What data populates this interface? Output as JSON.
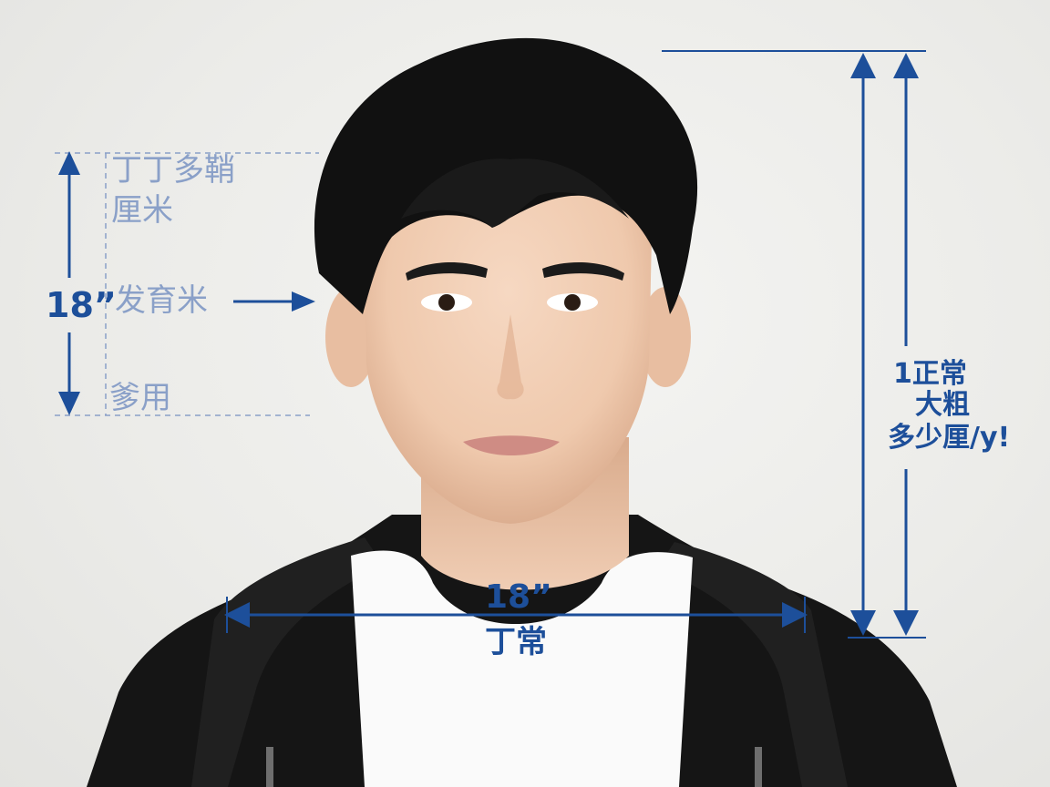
{
  "left_guide": {
    "top_text_line1": "丁丁多鞘",
    "top_text_line2": "厘米",
    "measurement": "18”",
    "middle_text": "发育米",
    "bottom_text": "爹用"
  },
  "right_guide": {
    "line1": "1正常",
    "line2": "大粗",
    "line3": "多少厘/у!"
  },
  "bottom_guide": {
    "measurement": "18”",
    "caption": "丁常"
  },
  "colors": {
    "guide_dark": "#1d4f9a",
    "guide_light": "#8aa0c8",
    "background": "#ebebea",
    "hair": "#111111",
    "skin": "#f0cdb4",
    "hoodie": "#141414",
    "tshirt": "#fafafa"
  }
}
